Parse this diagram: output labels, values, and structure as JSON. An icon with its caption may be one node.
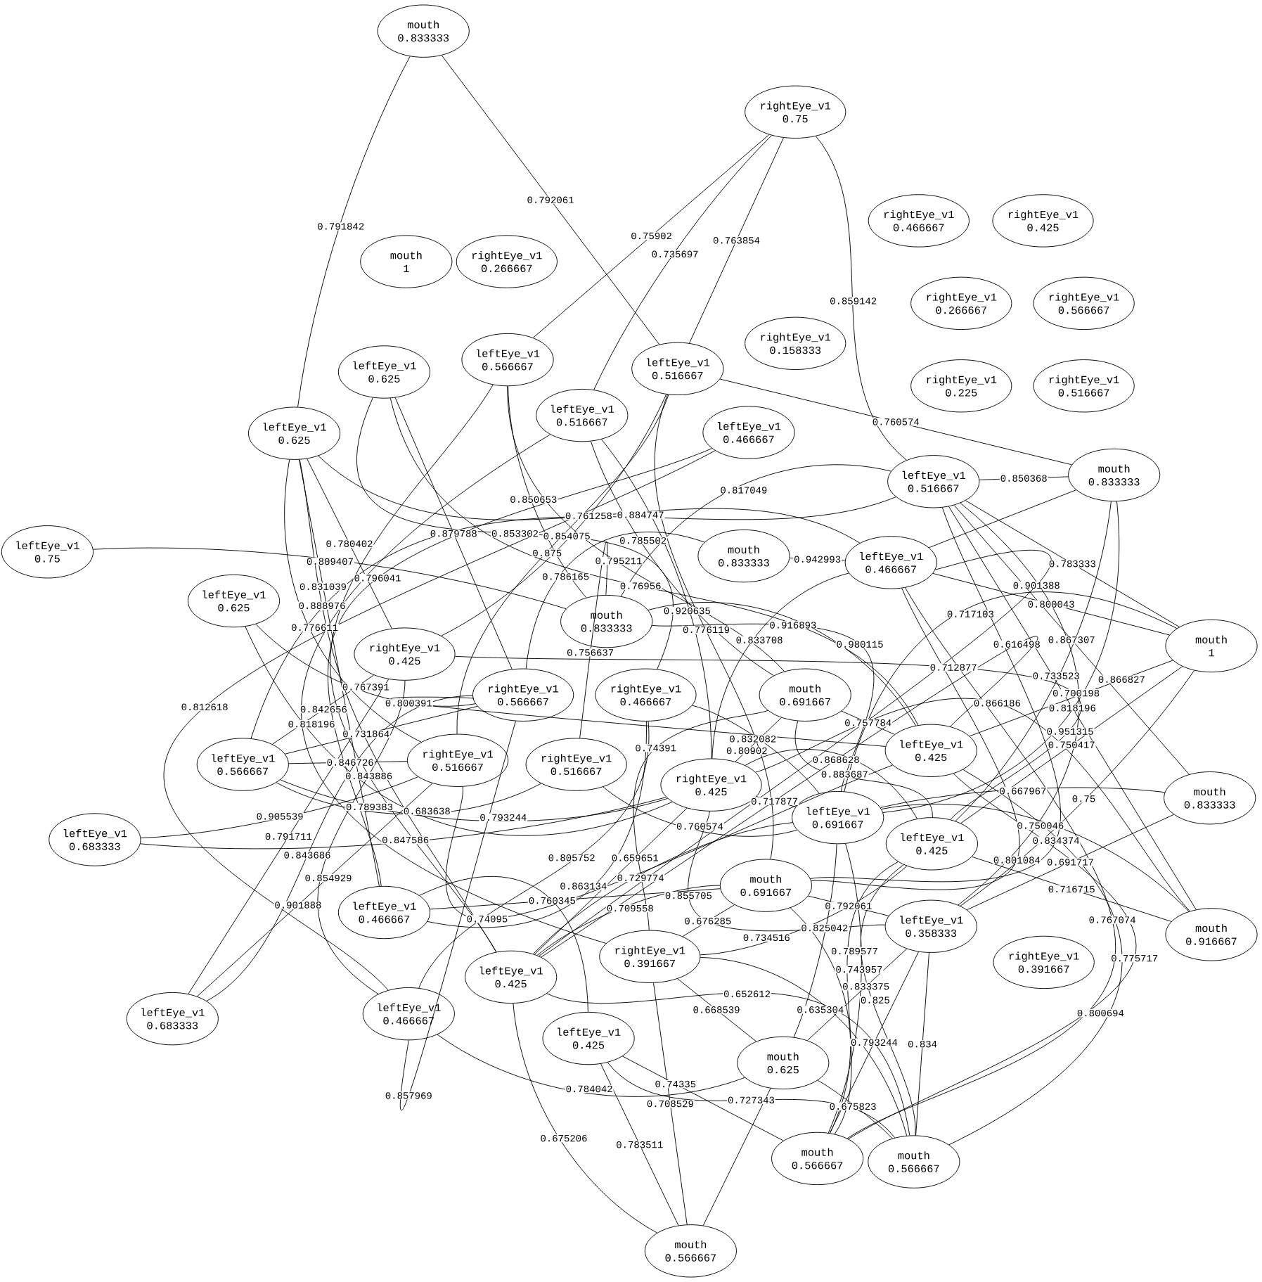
{
  "diagram": {
    "nodes": [
      {
        "text": [
          "mouth",
          "0.833333"
        ]
      },
      {
        "text": [
          "rightEye_v1",
          "0.75"
        ]
      },
      {
        "text": [
          "rightEye_v1",
          "0.466667"
        ]
      },
      {
        "text": [
          "rightEye_v1",
          "0.425"
        ]
      },
      {
        "text": [
          "mouth",
          "1"
        ]
      },
      {
        "text": [
          "rightEye_v1",
          "0.266667"
        ]
      },
      {
        "text": [
          "rightEye_v1",
          "0.266667"
        ]
      },
      {
        "text": [
          "rightEye_v1",
          "0.566667"
        ]
      },
      {
        "text": [
          "rightEye_v1",
          "0.158333"
        ]
      },
      {
        "text": [
          "leftEye_v1",
          "0.566667"
        ]
      },
      {
        "text": [
          "leftEye_v1",
          "0.516667"
        ]
      },
      {
        "text": [
          "rightEye_v1",
          "0.225"
        ]
      },
      {
        "text": [
          "rightEye_v1",
          "0.516667"
        ]
      },
      {
        "text": [
          "leftEye_v1",
          "0.625"
        ]
      },
      {
        "text": [
          "leftEye_v1",
          "0.516667"
        ]
      },
      {
        "text": [
          "leftEye_v1",
          "0.625"
        ]
      },
      {
        "text": [
          "leftEye_v1",
          "0.466667"
        ]
      },
      {
        "text": [
          "leftEye_v1",
          "0.516667"
        ]
      },
      {
        "text": [
          "mouth",
          "0.833333"
        ]
      },
      {
        "text": [
          "leftEye_v1",
          "0.75"
        ]
      },
      {
        "text": [
          "mouth",
          "0.833333"
        ]
      },
      {
        "text": [
          "leftEye_v1",
          "0.466667"
        ]
      },
      {
        "text": [
          "leftEye_v1",
          "0.625"
        ]
      },
      {
        "text": [
          "mouth",
          "0.833333"
        ]
      },
      {
        "text": [
          "mouth",
          "1"
        ]
      },
      {
        "text": [
          "rightEye_v1",
          "0.425"
        ]
      },
      {
        "text": [
          "rightEye_v1",
          "0.566667"
        ]
      },
      {
        "text": [
          "rightEye_v1",
          "0.466667"
        ]
      },
      {
        "text": [
          "mouth",
          "0.691667"
        ]
      },
      {
        "text": [
          "leftEye_v1",
          "0.425"
        ]
      },
      {
        "text": [
          "leftEye_v1",
          "0.566667"
        ]
      },
      {
        "text": [
          "rightEye_v1",
          "0.516667"
        ]
      },
      {
        "text": [
          "rightEye_v1",
          "0.516667"
        ]
      },
      {
        "text": [
          "rightEye_v1",
          "0.425"
        ]
      },
      {
        "text": [
          "leftEye_v1",
          "0.691667"
        ]
      },
      {
        "text": [
          "mouth",
          "0.833333"
        ]
      },
      {
        "text": [
          "leftEye_v1",
          "0.683333"
        ]
      },
      {
        "text": [
          "leftEye_v1",
          "0.425"
        ]
      },
      {
        "text": [
          "mouth",
          "0.691667"
        ]
      },
      {
        "text": [
          "leftEye_v1",
          "0.466667"
        ]
      },
      {
        "text": [
          "leftEye_v1",
          "0.358333"
        ]
      },
      {
        "text": [
          "mouth",
          "0.916667"
        ]
      },
      {
        "text": [
          "rightEye_v1",
          "0.391667"
        ]
      },
      {
        "text": [
          "rightEye_v1",
          "0.391667"
        ]
      },
      {
        "text": [
          "leftEye_v1",
          "0.425"
        ]
      },
      {
        "text": [
          "leftEye_v1",
          "0.683333"
        ]
      },
      {
        "text": [
          "leftEye_v1",
          "0.466667"
        ]
      },
      {
        "text": [
          "leftEye_v1",
          "0.425"
        ]
      },
      {
        "text": [
          "mouth",
          "0.625"
        ]
      },
      {
        "text": [
          "mouth",
          "0.566667"
        ]
      },
      {
        "text": [
          "mouth",
          "0.566667"
        ]
      },
      {
        "text": [
          "mouth",
          "0.566667"
        ]
      }
    ],
    "edges": [
      {
        "from": 0,
        "to": 15,
        "arrow": "none",
        "label": "0.791842"
      },
      {
        "from": 0,
        "to": 10,
        "arrow": "none",
        "label": "0.792061"
      },
      {
        "from": 1,
        "to": 9,
        "arrow": "none",
        "label": "0.75902"
      },
      {
        "from": 1,
        "to": 14,
        "arrow": "none",
        "label": "0.735697"
      },
      {
        "from": 1,
        "to": 10,
        "arrow": "none",
        "label": "0.763854"
      },
      {
        "from": 1,
        "to": 17,
        "arrow": "none",
        "label": "0.859142"
      },
      {
        "from": 10,
        "to": 18,
        "arrow": "none",
        "label": "0.760574"
      },
      {
        "from": 17,
        "to": 18,
        "arrow": "none",
        "label": "0.850368"
      },
      {
        "from": 17,
        "to": 24,
        "arrow": "none",
        "label": "0.783333"
      },
      {
        "from": 17,
        "to": 41,
        "arrow": "none",
        "label": "0.818196"
      },
      {
        "from": 17,
        "to": 35,
        "arrow": "none",
        "label": "0.867307"
      },
      {
        "from": 21,
        "to": 18,
        "arrow": "none"
      },
      {
        "from": 21,
        "to": 24,
        "arrow": "none",
        "label": "0.800043"
      },
      {
        "from": 18,
        "to": 34,
        "arrow": "none",
        "label": "0.700198"
      },
      {
        "from": 18,
        "to": 37,
        "arrow": "none",
        "label": "0.733523"
      },
      {
        "from": 24,
        "to": 29,
        "arrow": "none",
        "label": "0.866827"
      },
      {
        "from": 24,
        "to": 34,
        "arrow": "none",
        "label": "0.717103"
      },
      {
        "from": 24,
        "to": 37,
        "arrow": "none",
        "label": "0.750417"
      },
      {
        "from": 24,
        "to": 40,
        "arrow": "none",
        "label": "0.75"
      },
      {
        "from": 35,
        "to": 34,
        "arrow": "none",
        "label": "0.667967"
      },
      {
        "from": 35,
        "to": 40,
        "arrow": "none",
        "label": "0.691717"
      },
      {
        "from": 41,
        "to": 37,
        "arrow": "none",
        "label": "0.716715"
      },
      {
        "from": 41,
        "to": 34,
        "arrow": "none",
        "label": "0.750046"
      },
      {
        "from": 19,
        "to": 23,
        "arrow": "none",
        "label": "0.809407"
      },
      {
        "from": 22,
        "to": 33,
        "arrow": "none",
        "label": "0.683638"
      },
      {
        "from": 30,
        "to": 25,
        "arrow": "none",
        "label": "0.842656"
      },
      {
        "from": 30,
        "to": 26,
        "arrow": "none",
        "label": "0.731864"
      },
      {
        "from": 30,
        "to": 31,
        "arrow": "none",
        "label": "0.846726"
      },
      {
        "from": 30,
        "to": 32,
        "arrow": "none",
        "label": "0.789383"
      },
      {
        "from": 30,
        "to": 33,
        "arrow": "none",
        "label": "0.793244"
      },
      {
        "from": 36,
        "to": 31,
        "arrow": "none",
        "label": "0.905539"
      },
      {
        "from": 36,
        "to": 33,
        "arrow": "none",
        "label": "0.847586"
      },
      {
        "from": 45,
        "to": 25,
        "arrow": "none",
        "label": "0.791711"
      },
      {
        "from": 45,
        "to": 26,
        "arrow": "none",
        "label": "0.843686"
      },
      {
        "from": 45,
        "to": 31,
        "arrow": "none",
        "label": "0.901888"
      },
      {
        "from": 39,
        "to": 27,
        "arrow": "none",
        "label": "0.863134"
      },
      {
        "from": 39,
        "to": 38,
        "arrow": "none",
        "label": "0.760345"
      },
      {
        "from": 39,
        "to": 47,
        "arrow": "none"
      },
      {
        "from": 46,
        "to": 25,
        "arrow": "none",
        "label": "0.854929"
      },
      {
        "from": 46,
        "to": 26,
        "arrow": "none",
        "label": "0.857969"
      },
      {
        "from": 46,
        "to": 27,
        "arrow": "none",
        "label": "0.805752"
      },
      {
        "from": 46,
        "to": 48,
        "arrow": "none",
        "label": "0.784042"
      },
      {
        "from": 47,
        "to": 51,
        "arrow": "none",
        "label": "0.783511"
      },
      {
        "from": 44,
        "to": 51,
        "arrow": "none",
        "label": "0.675206"
      },
      {
        "from": 43,
        "to": 51,
        "arrow": "none",
        "label": "0.708529"
      },
      {
        "from": 48,
        "to": 51,
        "arrow": "none"
      },
      {
        "from": 48,
        "to": 50,
        "arrow": "none",
        "label": "0.675823"
      },
      {
        "from": 47,
        "to": 49,
        "arrow": "none",
        "label": "0.74335"
      },
      {
        "from": 44,
        "to": 50,
        "arrow": "none",
        "label": "0.652612"
      },
      {
        "from": 43,
        "to": 48,
        "arrow": "none",
        "label": "0.668539"
      },
      {
        "from": 43,
        "to": 50,
        "arrow": "none",
        "label": "0.635304"
      },
      {
        "from": 47,
        "to": 50,
        "arrow": "none",
        "label": "0.727343"
      },
      {
        "from": 38,
        "to": 44,
        "arrow": "none",
        "label": "0.709558"
      },
      {
        "from": 38,
        "to": 43,
        "arrow": "none",
        "label": "0.676285"
      },
      {
        "from": 38,
        "to": 40,
        "arrow": "none",
        "label": "0.792061"
      },
      {
        "from": 38,
        "to": 21,
        "arrow": "none",
        "label": "0.801084"
      },
      {
        "from": 38,
        "to": 17,
        "arrow": "none",
        "label": "0.834374"
      },
      {
        "from": 38,
        "to": 49,
        "arrow": "none"
      },
      {
        "from": 40,
        "to": 49,
        "arrow": "none",
        "label": "0.793244"
      },
      {
        "from": 40,
        "to": 50,
        "arrow": "none",
        "label": "0.834"
      },
      {
        "from": 37,
        "to": 50,
        "arrow": "none",
        "label": "0.825"
      },
      {
        "from": 34,
        "to": 49,
        "arrow": "none",
        "label": "0.743957"
      },
      {
        "from": 29,
        "to": 49,
        "arrow": "none",
        "label": "0.775717"
      },
      {
        "from": 21,
        "to": 49,
        "arrow": "none",
        "label": "0.767074"
      },
      {
        "from": 37,
        "to": 49,
        "arrow": "none",
        "label": "0.789577"
      },
      {
        "from": 29,
        "to": 50,
        "arrow": "none",
        "label": "0.800694"
      },
      {
        "from": 40,
        "to": 48,
        "arrow": "none",
        "label": "0.833375"
      },
      {
        "from": 34,
        "to": 48,
        "arrow": "none",
        "label": "0.825042"
      },
      {
        "from": 13,
        "to": 26,
        "arrow": "none",
        "label": "0.879788"
      },
      {
        "from": 13,
        "to": 27,
        "arrow": "none",
        "label": "0.853302"
      },
      {
        "from": 13,
        "to": 29,
        "arrow": "none",
        "label": "0.76956"
      },
      {
        "from": 15,
        "to": 25,
        "arrow": "none",
        "label": "0.780402"
      },
      {
        "from": 15,
        "to": 31,
        "arrow": "none",
        "label": "0.776611"
      },
      {
        "from": 15,
        "to": 44,
        "arrow": "none",
        "label": "0.888976"
      },
      {
        "from": 15,
        "to": 39,
        "arrow": "none",
        "label": "0.831039"
      },
      {
        "from": 15,
        "to": 21,
        "arrow": "none",
        "label": "0.761258"
      },
      {
        "from": 9,
        "to": 23,
        "arrow": "none",
        "label": "0.850653"
      },
      {
        "from": 9,
        "to": 28,
        "arrow": "none",
        "label": "0.795211"
      },
      {
        "from": 9,
        "to": 44,
        "arrow": "none",
        "label": "0.843886"
      },
      {
        "from": 14,
        "to": 28,
        "arrow": "none",
        "label": "0.785502"
      },
      {
        "from": 14,
        "to": 43,
        "arrow": "none",
        "label": "0.818196"
      },
      {
        "from": 14,
        "to": 33,
        "arrow": "none",
        "label": "0.920635"
      },
      {
        "from": 10,
        "to": 25,
        "arrow": "none",
        "label": "0.854075"
      },
      {
        "from": 10,
        "to": 31,
        "arrow": "none",
        "label": "0.875"
      },
      {
        "from": 10,
        "to": 38,
        "arrow": "none",
        "label": "0.776119"
      },
      {
        "from": 16,
        "to": 39,
        "arrow": "none",
        "label": "0.796041"
      },
      {
        "from": 16,
        "to": 46,
        "arrow": "none",
        "label": "0.812618"
      },
      {
        "from": 17,
        "to": 30,
        "arrow": "none",
        "label": "0.884747"
      },
      {
        "from": 17,
        "to": 23,
        "arrow": "none",
        "label": "0.817049"
      },
      {
        "from": 21,
        "to": 44,
        "arrow": "none",
        "label": "0.901388"
      },
      {
        "from": 21,
        "to": 33,
        "arrow": "none",
        "label": "0.833708"
      },
      {
        "from": 17,
        "to": 40,
        "arrow": "none",
        "label": "0.951315"
      },
      {
        "from": 20,
        "to": 21,
        "arrow": "none",
        "label": "0.942993"
      },
      {
        "from": 20,
        "to": 26,
        "arrow": "none",
        "label": "0.786165"
      },
      {
        "from": 23,
        "to": 32,
        "arrow": "none",
        "label": "0.756637"
      },
      {
        "from": 23,
        "to": 34,
        "arrow": "none",
        "label": "0.980115"
      },
      {
        "from": 23,
        "to": 29,
        "arrow": "none",
        "label": "0.916893"
      },
      {
        "from": 27,
        "to": 34,
        "arrow": "none",
        "label": "0.832082"
      },
      {
        "from": 28,
        "to": 29,
        "arrow": "none",
        "label": "0.757784"
      },
      {
        "from": 28,
        "to": 37,
        "arrow": "none",
        "label": "0.883687"
      },
      {
        "from": 28,
        "to": 43,
        "arrow": "none",
        "label": "0.74391"
      },
      {
        "from": 33,
        "to": 34,
        "arrow": "none",
        "label": "0.717877"
      },
      {
        "from": 33,
        "to": 40,
        "arrow": "none",
        "label": "0.855705"
      },
      {
        "from": 33,
        "to": 37,
        "arrow": "none",
        "label": "0.868628"
      },
      {
        "from": 33,
        "to": 41,
        "arrow": "none",
        "label": "0.866186"
      },
      {
        "from": 33,
        "to": 44,
        "arrow": "none",
        "label": "0.659651"
      },
      {
        "from": 33,
        "to": 28,
        "arrow": "none",
        "label": "0.80902"
      },
      {
        "from": 26,
        "to": 29,
        "arrow": "none",
        "label": "0.800391"
      },
      {
        "from": 25,
        "to": 37,
        "arrow": "none",
        "label": "0.712877"
      },
      {
        "from": 32,
        "to": 34,
        "arrow": "none",
        "label": "0.760574"
      },
      {
        "from": 31,
        "to": 29,
        "arrow": "none",
        "label": "0.74095"
      },
      {
        "from": 22,
        "to": 26,
        "arrow": "none",
        "label": "0.767391"
      },
      {
        "from": 44,
        "to": 34,
        "arrow": "none",
        "label": "0.729774"
      },
      {
        "from": 44,
        "to": 29,
        "arrow": "none",
        "label": "0.616498"
      },
      {
        "from": 43,
        "to": 37,
        "arrow": "none",
        "label": "0.734516"
      }
    ]
  }
}
